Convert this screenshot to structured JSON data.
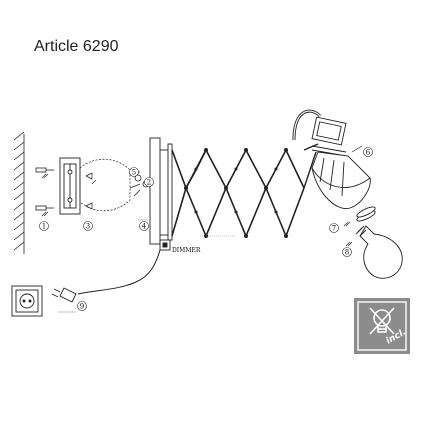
{
  "title": "Article 6290",
  "labels": {
    "dimmer": "DIMMER",
    "incl": "incl."
  },
  "steps": [
    "1",
    "2",
    "3",
    "4",
    "5",
    "6",
    "7",
    "8",
    "9"
  ],
  "icons": {
    "wall": "wall-hatch",
    "bracket": "wall-bracket",
    "screws": "screw-icon",
    "lamp_shade": "lamp-shade",
    "bulb": "light-bulb-icon",
    "plug": "plug-icon",
    "socket": "wall-socket",
    "badge": "bulb-included-badge"
  },
  "colors": {
    "line": "#222222",
    "badge_bg": "#8c8c8c",
    "badge_fg": "#ffffff"
  }
}
